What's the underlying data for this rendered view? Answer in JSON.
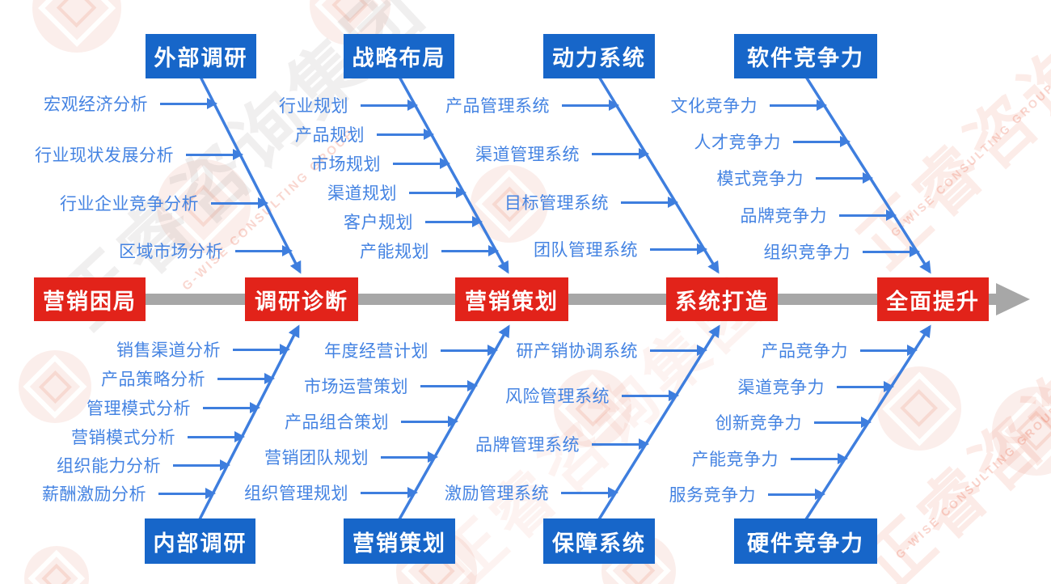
{
  "stages": [
    {
      "label": "营销困局"
    },
    {
      "label": "调研诊断"
    },
    {
      "label": "营销策划"
    },
    {
      "label": "系统打造"
    },
    {
      "label": "全面提升"
    }
  ],
  "top_branches": [
    {
      "title": "外部调研",
      "items": [
        "宏观经济分析",
        "行业现状发展分析",
        "行业企业竞争分析",
        "区域市场分析"
      ]
    },
    {
      "title": "战略布局",
      "items": [
        "行业规划",
        "产品规划",
        "市场规划",
        "渠道规划",
        "客户规划",
        "产能规划"
      ]
    },
    {
      "title": "动力系统",
      "items": [
        "产品管理系统",
        "渠道管理系统",
        "目标管理系统",
        "团队管理系统"
      ]
    },
    {
      "title": "软件竞争力",
      "items": [
        "文化竞争力",
        "人才竞争力",
        "模式竞争力",
        "品牌竞争力",
        "组织竞争力"
      ]
    }
  ],
  "bottom_branches": [
    {
      "title": "内部调研",
      "items": [
        "销售渠道分析",
        "产品策略分析",
        "管理模式分析",
        "营销模式分析",
        "组织能力分析",
        "薪酬激励分析"
      ]
    },
    {
      "title": "营销策划",
      "items": [
        "年度经营计划",
        "市场运营策划",
        "产品组合策划",
        "营销团队规划",
        "组织管理规划"
      ]
    },
    {
      "title": "保障系统",
      "items": [
        "研产销协调系统",
        "风险管理系统",
        "品牌管理系统",
        "激励管理系统"
      ]
    },
    {
      "title": "硬件竞争力",
      "items": [
        "产品竞争力",
        "渠道竞争力",
        "创新竞争力",
        "产能竞争力",
        "服务竞争力"
      ]
    }
  ],
  "watermark": {
    "company_cn": "正睿咨询集团",
    "company_en": "G-WISE CONSULTING GROUP"
  },
  "colors": {
    "stage_red": "#E2231A",
    "branch_blue": "#1766C9",
    "label_blue": "#4483E2",
    "line_blue": "#3E7EDE",
    "spine_gray": "#A7A7A7",
    "watermark_pink": "#EB7860"
  }
}
